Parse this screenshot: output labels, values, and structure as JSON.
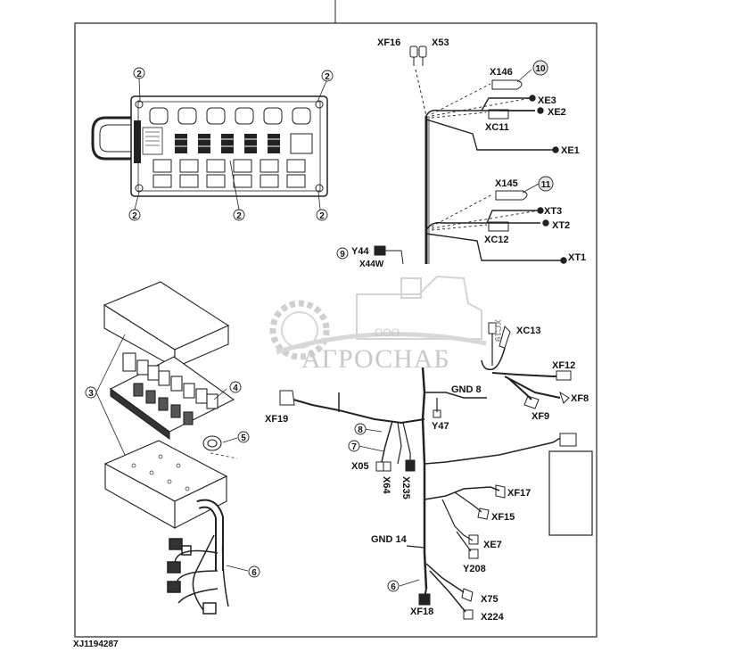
{
  "drawing_ref": "XJ1194287",
  "watermark": {
    "small": "ООО",
    "big": "АГРОСНАБ"
  },
  "callouts": {
    "c2a": "2",
    "c2b": "2",
    "c2c": "2",
    "c2d": "2",
    "c2e": "2",
    "c3": "3",
    "c4": "4",
    "c5": "5",
    "c6a": "6",
    "c6b": "6",
    "c7": "7",
    "c8": "8",
    "c9": "9",
    "c10": "10",
    "c11": "11"
  },
  "connectors": {
    "xf16": "XF16",
    "x53": "X53",
    "x146": "X146",
    "xe3": "XE3",
    "xe2": "XE2",
    "xc11": "XC11",
    "xe1": "XE1",
    "x145": "X145",
    "xt3": "XT3",
    "xt2": "XT2",
    "xc12": "XC12",
    "xt1": "XT1",
    "y44": "Y44",
    "x44w": "X44W",
    "xc19": "XC19",
    "xc13": "XC13",
    "xf12": "XF12",
    "xf8": "XF8",
    "xf9": "XF9",
    "gnd8": "GND 8",
    "y47": "Y47",
    "xf19": "XF19",
    "x05": "X05",
    "x64": "X64",
    "x235": "X235",
    "xf17": "XF17",
    "xf15": "XF15",
    "xe7": "XE7",
    "y208": "Y208",
    "gnd14": "GND 14",
    "xf18": "XF18",
    "x75": "X75",
    "x224": "X224"
  }
}
